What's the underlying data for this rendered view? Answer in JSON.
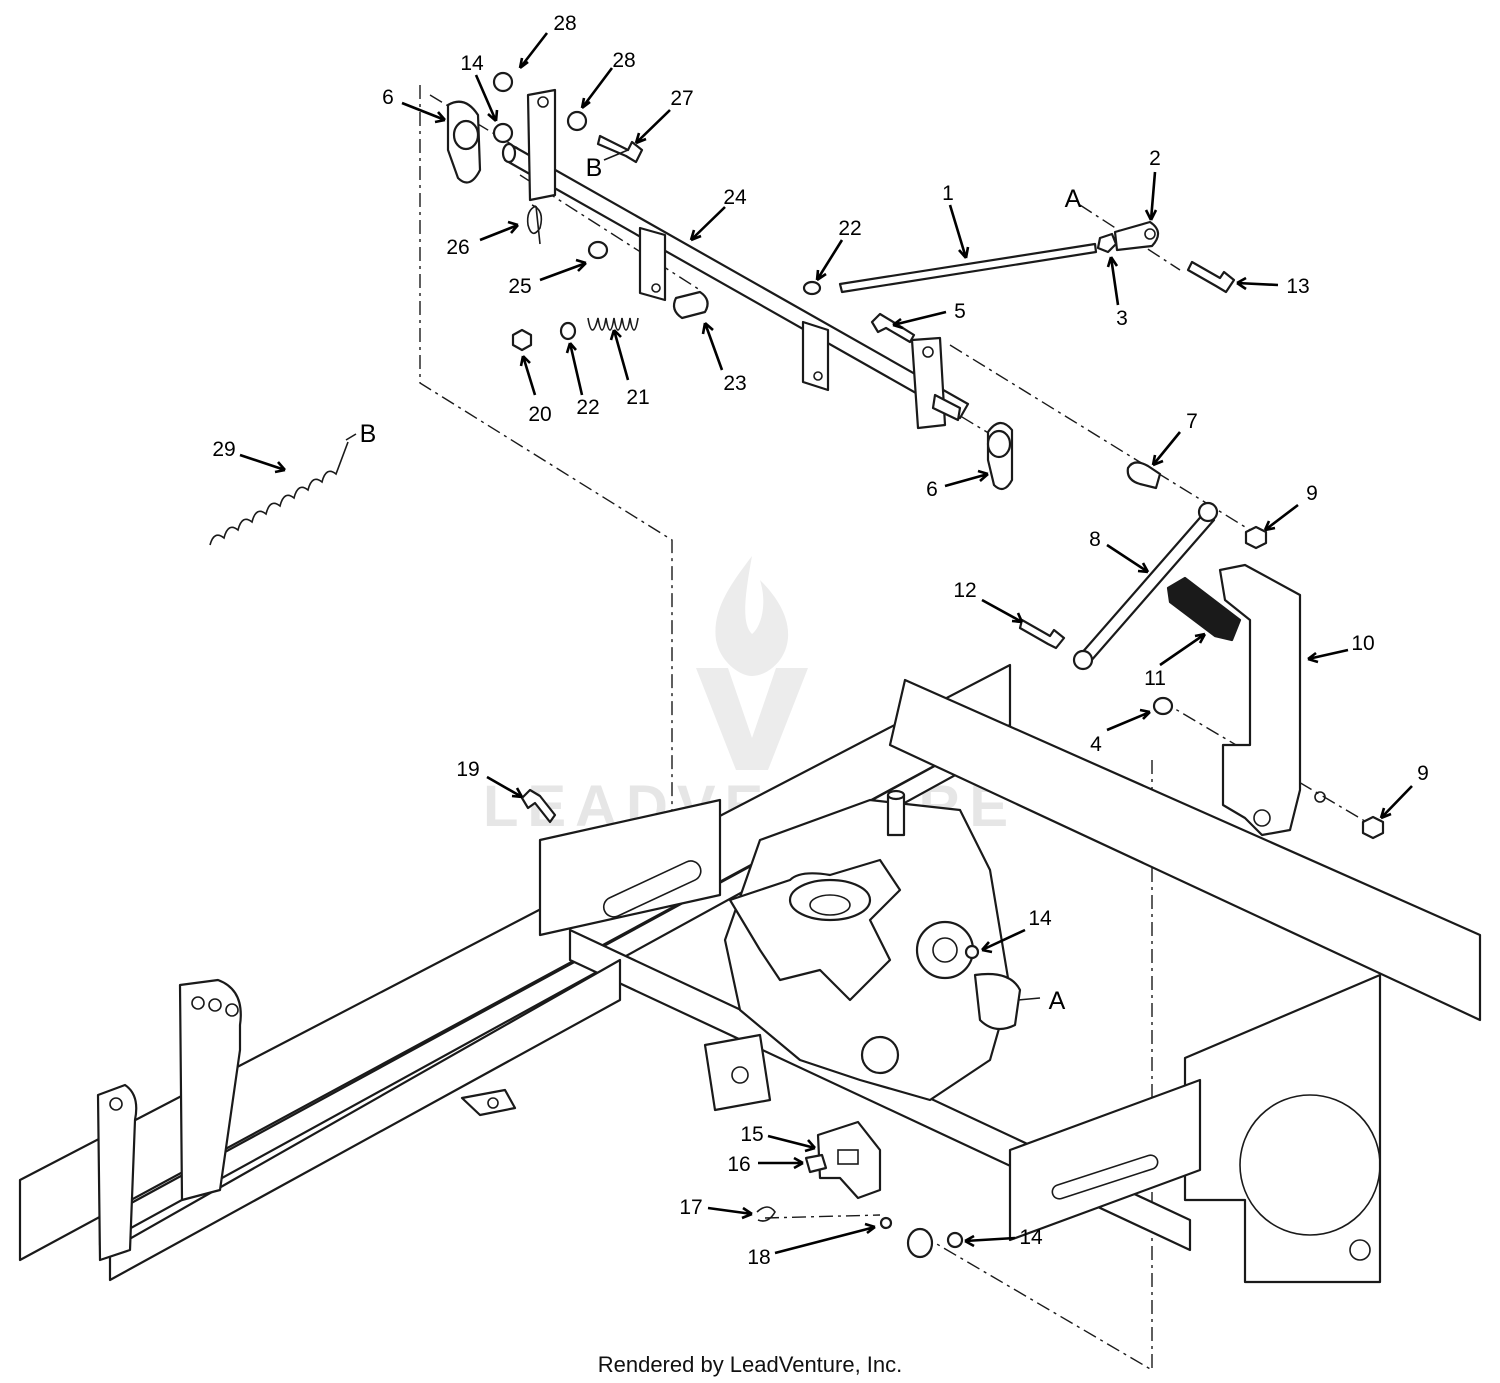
{
  "watermark": {
    "text": "LEADVENTURE"
  },
  "footer": {
    "credit": "Rendered by LeadVenture, Inc."
  },
  "callouts": [
    {
      "id": "c28a",
      "label": "28"
    },
    {
      "id": "c14a",
      "label": "14"
    },
    {
      "id": "c28b",
      "label": "28"
    },
    {
      "id": "c6a",
      "label": "6"
    },
    {
      "id": "c27",
      "label": "27"
    },
    {
      "id": "c2",
      "label": "2"
    },
    {
      "id": "c24",
      "label": "24"
    },
    {
      "id": "c1",
      "label": "1"
    },
    {
      "id": "c22a",
      "label": "22"
    },
    {
      "id": "c26",
      "label": "26"
    },
    {
      "id": "c25",
      "label": "25"
    },
    {
      "id": "c13",
      "label": "13"
    },
    {
      "id": "c3",
      "label": "3"
    },
    {
      "id": "c5",
      "label": "5"
    },
    {
      "id": "c20",
      "label": "20"
    },
    {
      "id": "c22b",
      "label": "22"
    },
    {
      "id": "c21",
      "label": "21"
    },
    {
      "id": "c23",
      "label": "23"
    },
    {
      "id": "c7",
      "label": "7"
    },
    {
      "id": "c29",
      "label": "29"
    },
    {
      "id": "c6b",
      "label": "6"
    },
    {
      "id": "c9a",
      "label": "9"
    },
    {
      "id": "c8",
      "label": "8"
    },
    {
      "id": "c12",
      "label": "12"
    },
    {
      "id": "c10",
      "label": "10"
    },
    {
      "id": "c11",
      "label": "11"
    },
    {
      "id": "c4",
      "label": "4"
    },
    {
      "id": "c9b",
      "label": "9"
    },
    {
      "id": "c19",
      "label": "19"
    },
    {
      "id": "c14b",
      "label": "14"
    },
    {
      "id": "c15",
      "label": "15"
    },
    {
      "id": "c16",
      "label": "16"
    },
    {
      "id": "c17",
      "label": "17"
    },
    {
      "id": "c18",
      "label": "18"
    },
    {
      "id": "c14c",
      "label": "14"
    }
  ],
  "reference_letters": [
    {
      "id": "lB1",
      "label": "B"
    },
    {
      "id": "lA1",
      "label": "A"
    },
    {
      "id": "lB2",
      "label": "B"
    },
    {
      "id": "lA2",
      "label": "A"
    }
  ]
}
